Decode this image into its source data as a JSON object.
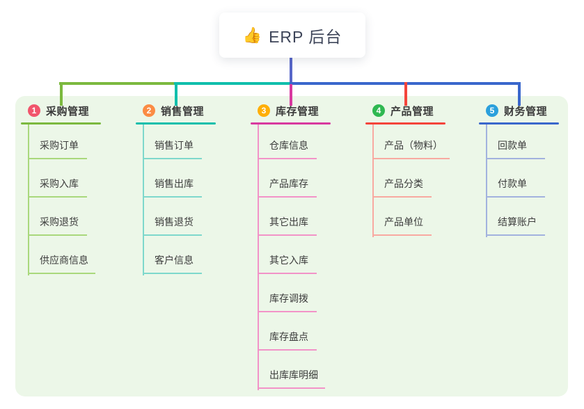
{
  "page": {
    "background": "#ffffff",
    "panel_color": "#ecf7e8"
  },
  "root": {
    "icon": "👍",
    "title": "ERP 后台",
    "line_color": "#5867c9"
  },
  "branches": [
    {
      "num": "1",
      "title": "采购管理",
      "badge_color": "#f1556c",
      "line_color": "#7cb93f",
      "child_line_color": "#a9d87c",
      "items": [
        "采购订单",
        "采购入库",
        "采购退货",
        "供应商信息"
      ]
    },
    {
      "num": "2",
      "title": "销售管理",
      "badge_color": "#fb8c44",
      "line_color": "#10bfac",
      "child_line_color": "#7ed8cc",
      "items": [
        "销售订单",
        "销售出库",
        "销售退货",
        "客户信息"
      ]
    },
    {
      "num": "3",
      "title": "库存管理",
      "badge_color": "#ffaf07",
      "line_color": "#d8399f",
      "child_line_color": "#f293c8",
      "items": [
        "仓库信息",
        "产品库存",
        "其它出库",
        "其它入库",
        "库存调拨",
        "库存盘点",
        "出库库明细"
      ]
    },
    {
      "num": "4",
      "title": "产品管理",
      "badge_color": "#2fb851",
      "line_color": "#f4443b",
      "child_line_color": "#f8a9a1",
      "items": [
        "产品（物料）",
        "产品分类",
        "产品单位"
      ]
    },
    {
      "num": "5",
      "title": "财务管理",
      "badge_color": "#2ba0dc",
      "line_color": "#3a67cc",
      "child_line_color": "#a2b2de",
      "items": [
        "回款单",
        "付款单",
        "结算账户"
      ]
    }
  ]
}
